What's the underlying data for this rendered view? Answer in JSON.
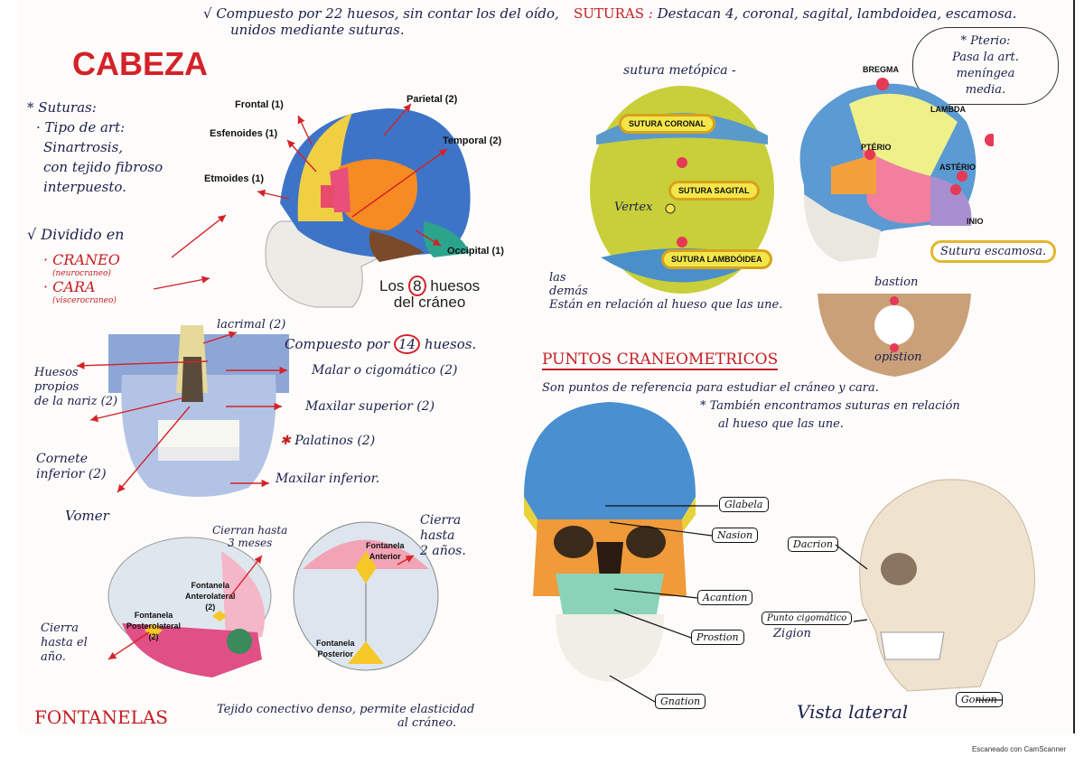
{
  "left": {
    "title": "CABEZA",
    "top_note": [
      "√ Compuesto por 22 huesos, sin contar los del oído,",
      "unidos mediante suturas."
    ],
    "suturas_note": [
      "* Suturas:",
      "· Tipo de art:",
      "Sinartrosis,",
      "con tejido fibroso",
      "interpuesto."
    ],
    "dividido": [
      "√ Dividido en",
      "· CRANEO",
      "(neurocraneo)",
      "· CARA",
      "(viscerocraneo)"
    ],
    "skull_labels": {
      "frontal": "Frontal (1)",
      "parietal": "Parietal (2)",
      "esfenoides": "Esfenoides (1)",
      "temporal": "Temporal (2)",
      "etmoides": "Etmoides (1)",
      "occipital": "Occipital (1)"
    },
    "los8": [
      "Los",
      "8",
      "huesos",
      "del cráneo"
    ],
    "face": {
      "lacrimal": "lacrimal (2)",
      "compuesto": [
        "Compuesto por",
        "14",
        "huesos."
      ],
      "malar": "Malar o cigomático (2)",
      "huesos_propios": [
        "Huesos",
        "propios",
        "de la nariz (2)"
      ],
      "maxilar_sup": "Maxilar superior (2)",
      "palatinos": "Palatinos (2)",
      "cornete": [
        "Cornete",
        "inferior (2)"
      ],
      "maxilar_inf": "Maxilar inferior.",
      "vomer": "Vomer"
    },
    "fontanelas": {
      "cierran": [
        "Cierran hasta",
        "3 meses"
      ],
      "cierra2": [
        "Cierra",
        "hasta",
        "2 años."
      ],
      "anterolateral": [
        "Fontanela",
        "Anterolateral",
        "(2)"
      ],
      "posterolateral": [
        "Fontanela",
        "Posterolateral",
        "(2)"
      ],
      "anterior": [
        "Fontanela",
        "Anterior"
      ],
      "posterior": [
        "Fontanela",
        "Posterior"
      ],
      "cierra1": [
        "Cierra",
        "hasta el",
        "año."
      ],
      "footer_title": "FONTANELAS",
      "footer_text": [
        "Tejido conectivo denso, permite elasticidad",
        "al cráneo."
      ]
    }
  },
  "right": {
    "suturas_title": "SUTURAS",
    "suturas_text": "Destacan 4, coronal, sagital, lambdoidea, escamosa.",
    "pterio_note": [
      "* Pterio:",
      "Pasa la art.",
      "meníngea",
      "media."
    ],
    "metopica": "sutura metópica -",
    "coronal": "SUTURA CORONAL",
    "sagital": "SUTURA SAGITAL",
    "lambdoidea": "SUTURA LAMBDÓIDEA",
    "vertex": "Vertex",
    "side_labels": {
      "bregma": "BREGMA",
      "lambda": "LAMBDA",
      "pterio": "PTÉRIO",
      "asterio": "ASTÉRIO",
      "inio": "INIO"
    },
    "escamosa": "Sutura escamosa.",
    "bastion": "bastion",
    "opistion": "opistion",
    "las_demas": [
      "las",
      "demás",
      "Están en relación al hueso que las une."
    ],
    "puntos_title": "PUNTOS CRANEOMETRICOS",
    "puntos_text": [
      "Son puntos de referencia para estudiar el cráneo y cara.",
      "* También encontramos suturas en relación",
      "al hueso que las une."
    ],
    "front_labels": {
      "glabela": "Glabela",
      "nasion": "Nasion",
      "acantion": "Acantion",
      "prostion": "Prostion",
      "gnation": "Gnation"
    },
    "lat_labels": {
      "dacrion": "Dacrion",
      "cigomatico": "Punto cigomático",
      "zigion": "Zigion",
      "gonion": "Gonion"
    },
    "vista": "Vista lateral"
  },
  "footer": "Escaneado con CamScanner"
}
